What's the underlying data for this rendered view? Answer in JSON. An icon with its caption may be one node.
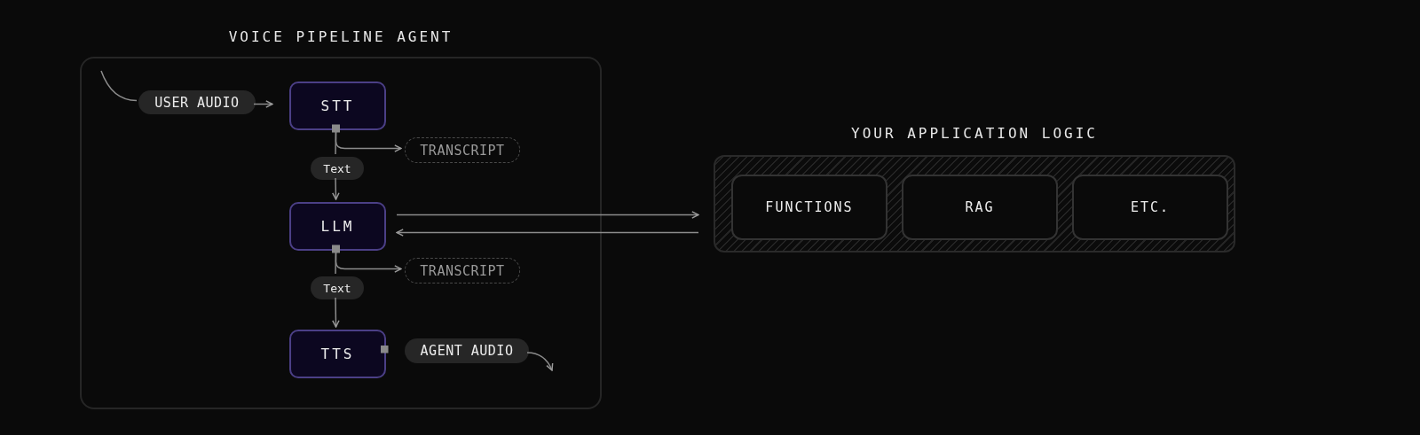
{
  "diagram": {
    "nodes": [
      {
        "text": [
          "VOICE PIPELINE AGENT"
        ]
      },
      {
        "text": [
          "USER AUDIO"
        ],
        "in": 0
      },
      {
        "text": [
          "STT"
        ],
        "in": 0
      },
      {
        "text": [
          "TRANSCRIPT"
        ],
        "in": 0
      },
      {
        "text": [
          "Text"
        ],
        "in": 0
      },
      {
        "text": [
          "LLM"
        ],
        "in": 0
      },
      {
        "text": [
          "TRANSCRIPT"
        ],
        "in": 0
      },
      {
        "text": [
          "Text"
        ],
        "in": 0
      },
      {
        "text": [
          "TTS"
        ],
        "in": 0
      },
      {
        "text": [
          "AGENT AUDIO"
        ],
        "in": 0
      },
      {
        "text": [
          "YOUR APPLICATION LOGIC"
        ]
      },
      {
        "text": [
          "FUNCTIONS"
        ],
        "in": 10
      },
      {
        "text": [
          "RAG"
        ],
        "in": 10
      },
      {
        "text": [
          "ETC."
        ],
        "in": 10
      }
    ],
    "edges": [
      {
        "from": null,
        "to": 1,
        "arrow": "none"
      },
      {
        "from": 1,
        "to": 2,
        "arrow": "to"
      },
      {
        "from": 2,
        "to": 3,
        "arrow": "to"
      },
      {
        "from": 2,
        "to": 4,
        "arrow": "none"
      },
      {
        "from": 4,
        "to": 5,
        "arrow": "to"
      },
      {
        "from": 5,
        "to": 6,
        "arrow": "to"
      },
      {
        "from": 5,
        "to": 7,
        "arrow": "none"
      },
      {
        "from": 7,
        "to": 8,
        "arrow": "to"
      },
      {
        "from": 8,
        "to": 9,
        "arrow": "other"
      },
      {
        "from": 9,
        "to": null,
        "arrow": "to"
      },
      {
        "from": 5,
        "to": 10,
        "arrow": "to"
      },
      {
        "from": 10,
        "to": 5,
        "arrow": "to"
      }
    ]
  }
}
